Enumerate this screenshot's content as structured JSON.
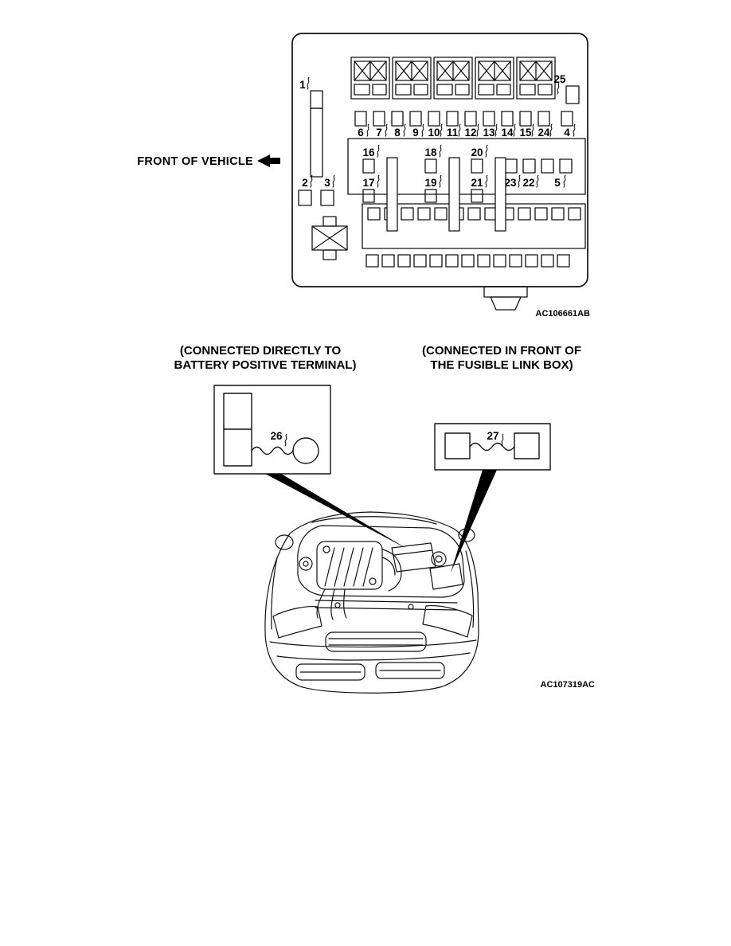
{
  "page": {
    "background": "#ffffff",
    "ink": "#000000"
  },
  "fusebox_diagram": {
    "front_of_vehicle": "FRONT OF VEHICLE",
    "code": "AC106661AB",
    "labels": {
      "f1": "1",
      "f2": "2",
      "f3": "3",
      "f5": "5",
      "f16": "16",
      "f17": "17",
      "f18": "18",
      "f19": "19",
      "f20": "20",
      "f21": "21",
      "f22": "22",
      "f23": "23",
      "f25": "25"
    },
    "fuse_row": [
      "6",
      "7",
      "8",
      "9",
      "10",
      "11",
      "12",
      "13",
      "14",
      "15",
      "24",
      "4"
    ]
  },
  "battery_section": {
    "caption_line1": "(CONNECTED DIRECTLY TO",
    "caption_line2": "BATTERY POSITIVE TERMINAL)",
    "callout_number": "26"
  },
  "fusible_link_section": {
    "caption_line1": "(CONNECTED IN FRONT OF",
    "caption_line2": "THE FUSIBLE LINK BOX)",
    "callout_number": "27"
  },
  "vehicle_illustration": {
    "code": "AC107319AC"
  }
}
